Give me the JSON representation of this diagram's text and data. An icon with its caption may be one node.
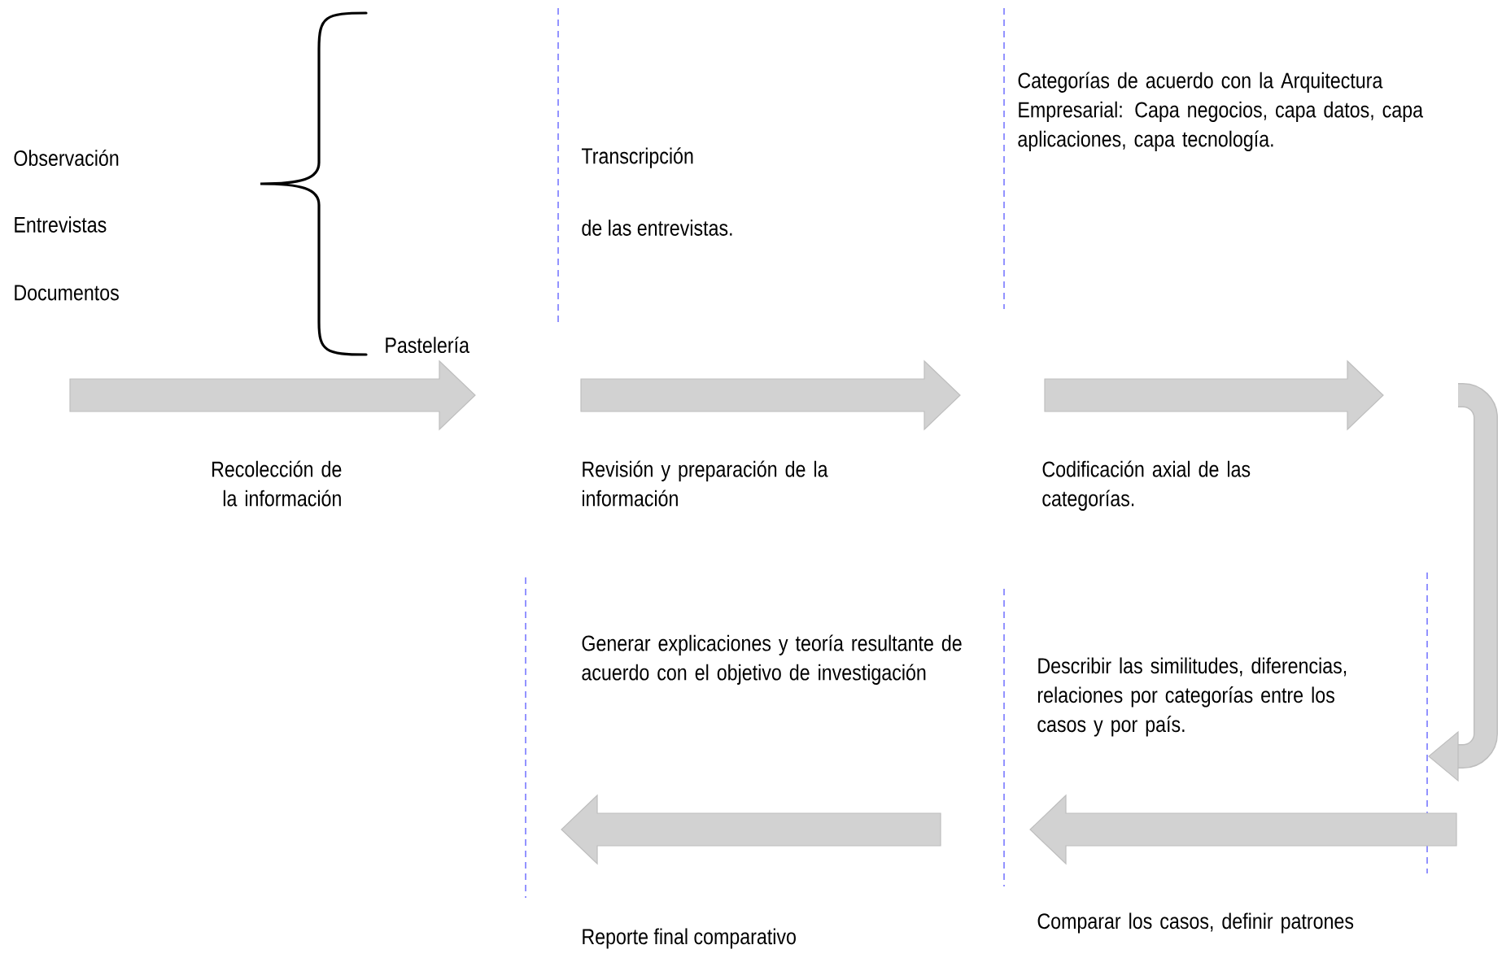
{
  "diagram": {
    "labels": [
      "Observación",
      "Entrevistas",
      "Documentos",
      "Pastelería",
      "Transcripción",
      "de las entrevistas.",
      "Categorías de acuerdo con la Arquitectura Empresarial: Capa negocios, capa datos, capa aplicaciones, capa tecnología.",
      "Recolección de la información",
      "Revisión y preparación de la información",
      "Codificación axial de las categorías.",
      "Generar explicaciones y teoría resultante de acuerdo con el objetivo de investigación",
      "Describir las similitudes, diferencias, relaciones por categorías entre los casos y por país.",
      "Reporte final comparativo",
      "Comparar los casos, definir patrones"
    ]
  }
}
